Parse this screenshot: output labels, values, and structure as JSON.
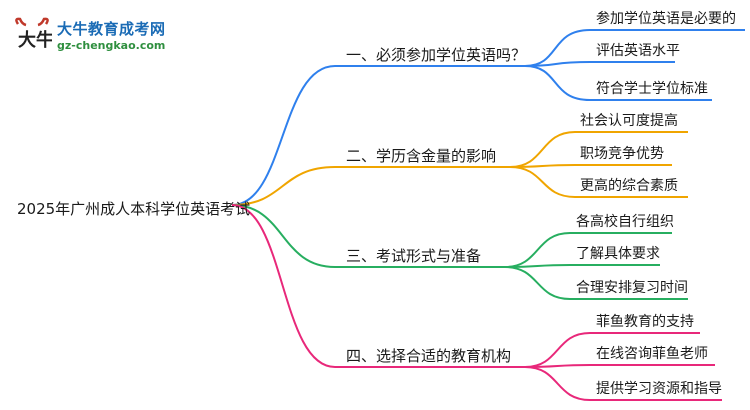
{
  "logo": {
    "title": "大牛教育成考网",
    "url": "gz-chengkao.com",
    "mark_text": "大牛"
  },
  "root": "2025年广州成人本科学位英语考试",
  "branches": [
    {
      "label": "一、必须参加学位英语吗？",
      "color": "#2f80ed",
      "children": [
        "参加学位英语是必要的",
        "评估英语水平",
        "符合学士学位标准"
      ]
    },
    {
      "label": "二、学历含金量的影响",
      "color": "#f0a500",
      "children": [
        "社会认可度提高",
        "职场竞争优势",
        "更高的综合素质"
      ]
    },
    {
      "label": "三、考试形式与准备",
      "color": "#27ae60",
      "children": [
        "各高校自行组织",
        "了解具体要求",
        "合理安排复习时间"
      ]
    },
    {
      "label": "四、选择合适的教育机构",
      "color": "#e8287a",
      "children": [
        "菲鱼教育的支持",
        "在线咨询菲鱼老师",
        "提供学习资源和指导"
      ]
    }
  ]
}
